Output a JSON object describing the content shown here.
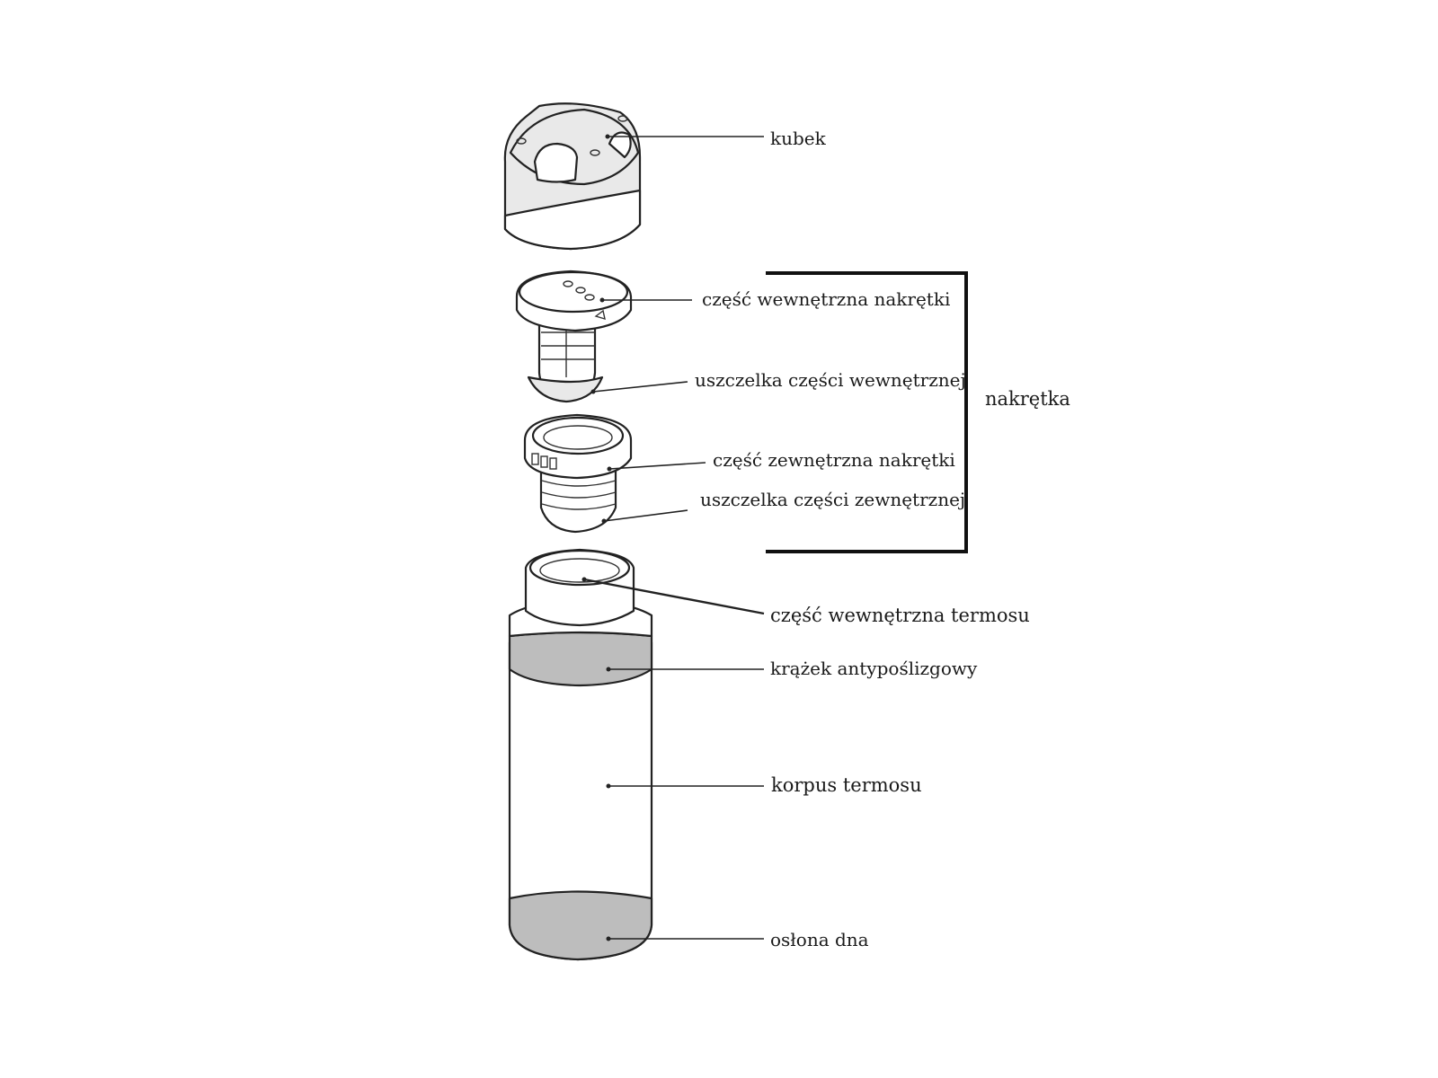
{
  "labels": {
    "cup": "kubek",
    "inner_cap": "część wewnętrzna nakrętki",
    "inner_seal": "uszczelka części wewnętrznej",
    "outer_cap": "część zewnętrzna nakrętki",
    "outer_seal": "uszczelka części zewnętrznej",
    "cap_group": "nakrętka",
    "inner_flask": "część wewnętrzna termosu",
    "anti_slip_ring": "krążek antypoślizgowy",
    "body": "korpus termosu",
    "bottom_cover": "osłona dna"
  }
}
